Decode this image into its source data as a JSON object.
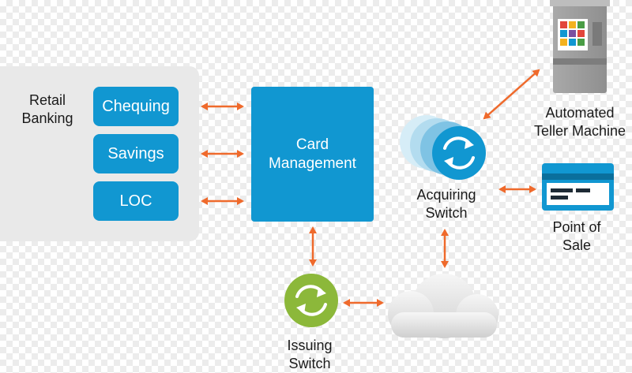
{
  "retail_banking": {
    "label": "Retail\nBanking",
    "accounts": [
      "Chequing",
      "Savings",
      "LOC"
    ]
  },
  "card_management": {
    "label": "Card\nManagement"
  },
  "acquiring_switch": {
    "label": "Acquiring\nSwitch"
  },
  "issuing_switch": {
    "label": "Issuing\nSwitch"
  },
  "atm": {
    "label": "Automated\nTeller Machine"
  },
  "point_of_sale": {
    "label": "Point of\nSale"
  },
  "colors": {
    "primary_blue": "#1197d1",
    "arrow_orange": "#ef6a2c",
    "issuing_green": "#8cb83a",
    "panel_gray": "#e9e9e9"
  }
}
